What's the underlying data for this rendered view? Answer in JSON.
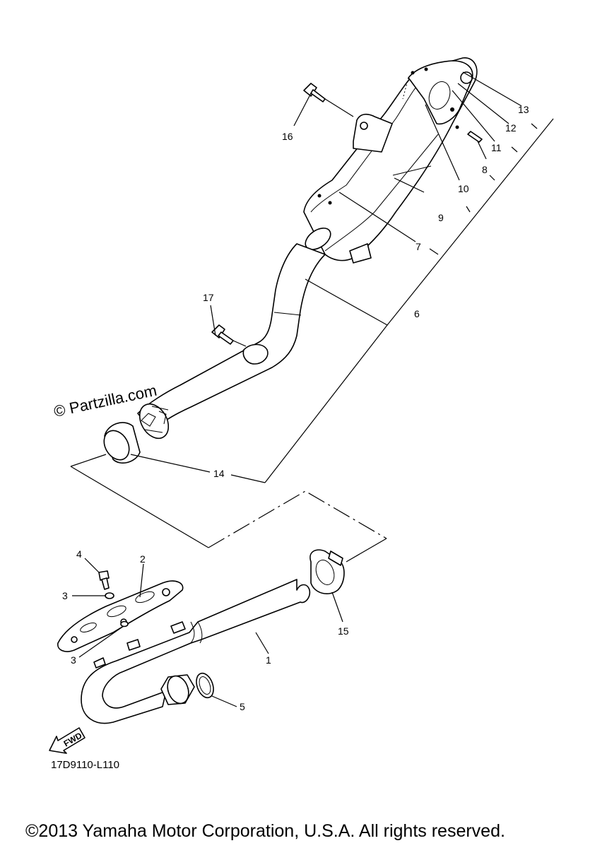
{
  "watermark": "© Partzilla.com",
  "diagram_code": "17D9110-L110",
  "fwd_label": "FWD",
  "copyright": "©2013 Yamaha Motor Corporation, U.S.A. All rights reserved.",
  "callouts": {
    "c1": "1",
    "c2": "2",
    "c3a": "3",
    "c3b": "3",
    "c4": "4",
    "c5": "5",
    "c6": "6",
    "c7": "7",
    "c8": "8",
    "c9": "9",
    "c10": "10",
    "c11": "11",
    "c12": "12",
    "c13": "13",
    "c14": "14",
    "c15": "15",
    "c16": "16",
    "c17": "17"
  }
}
